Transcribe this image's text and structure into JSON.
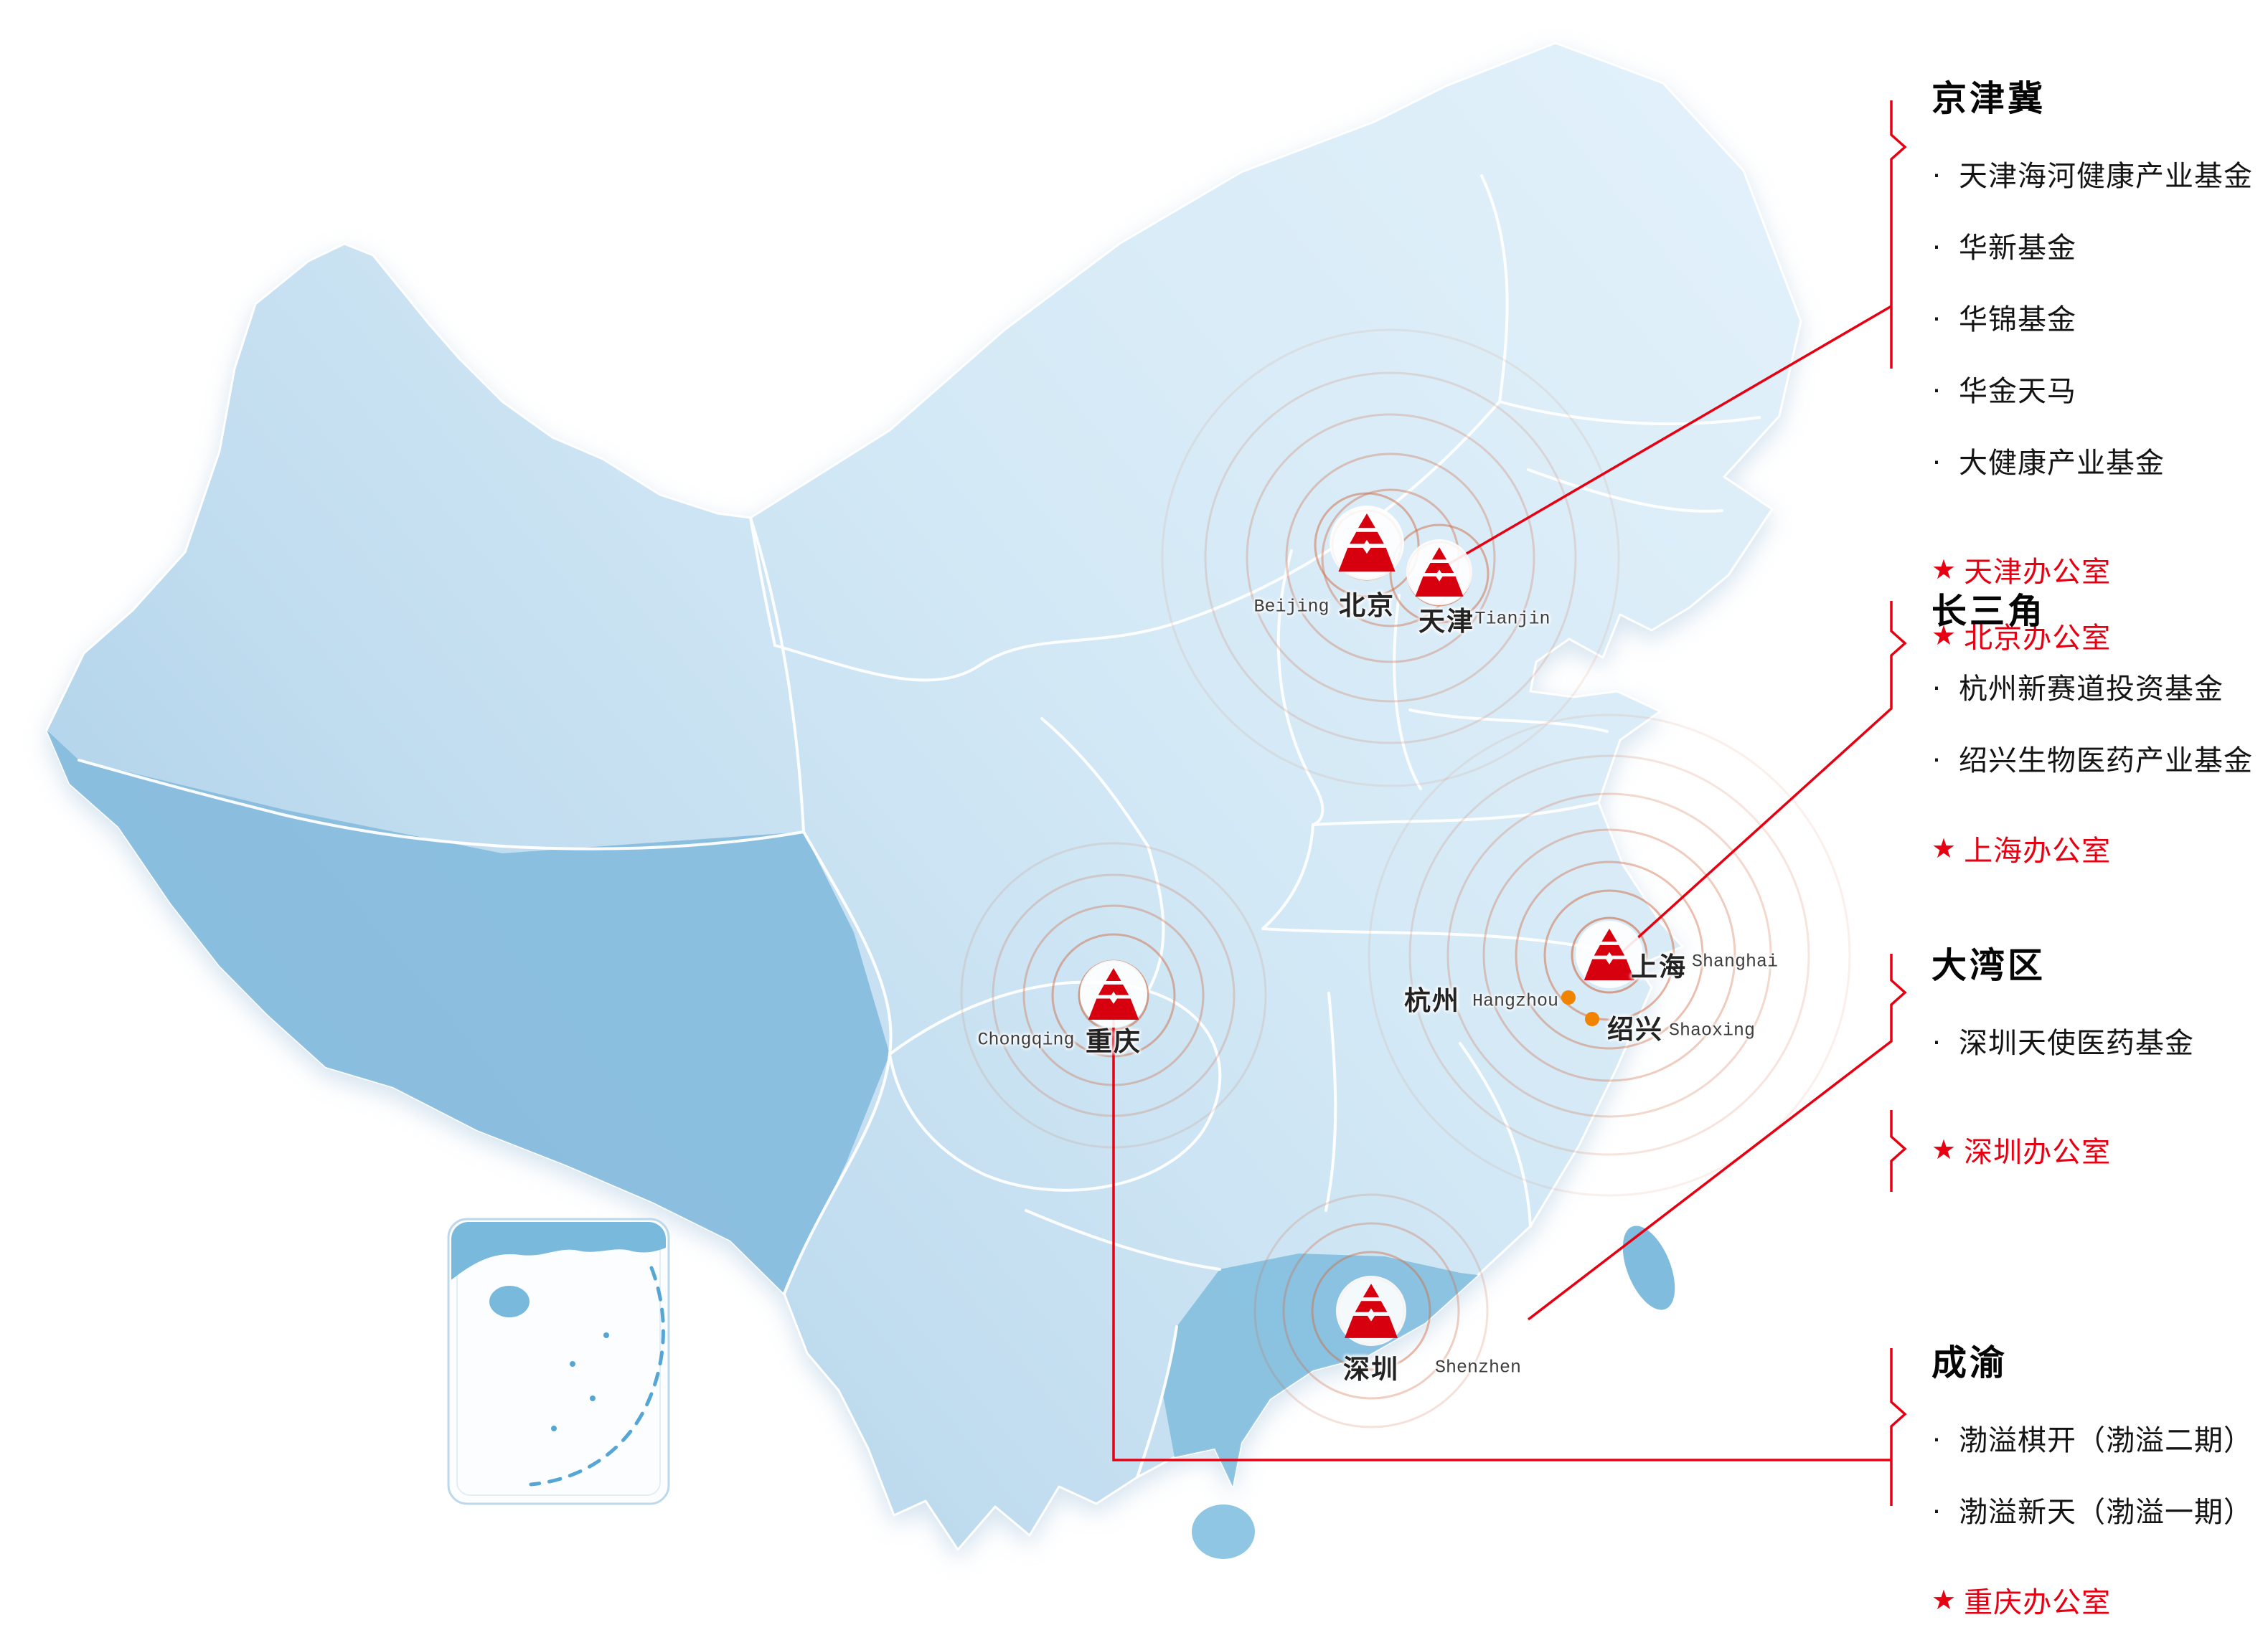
{
  "glyphs": {
    "bullet": "·",
    "star": "★"
  },
  "colors": {
    "accent_red": "#e60012",
    "logo_red": "#d7000f",
    "dot_orange": "#f08300",
    "ripple_orange": "#cf6a42",
    "map_blue_light": "#d9ecf8",
    "map_blue_dark": "#8cc0de"
  },
  "regions": [
    {
      "title": "京津冀",
      "funds": [
        "天津海河健康产业基金",
        "华新基金",
        "华锦基金",
        "华金天马",
        "大健康产业基金"
      ],
      "offices": [
        "天津办公室",
        "北京办公室"
      ]
    },
    {
      "title": "长三角",
      "funds": [
        "杭州新赛道投资基金",
        "绍兴生物医药产业基金"
      ],
      "offices": [
        "上海办公室"
      ]
    },
    {
      "title": "大湾区",
      "funds": [
        "深圳天使医药基金"
      ],
      "offices": [
        "深圳办公室"
      ]
    },
    {
      "title": "成渝",
      "funds": [
        "渤溢棋开（渤溢二期）",
        "渤溢新天（渤溢一期）"
      ],
      "offices": [
        "重庆办公室"
      ]
    }
  ],
  "cities": [
    {
      "zh": "北京",
      "en": "Beijing"
    },
    {
      "zh": "天津",
      "en": "Tianjin"
    },
    {
      "zh": "上海",
      "en": "Shanghai"
    },
    {
      "zh": "杭州",
      "en": "Hangzhou"
    },
    {
      "zh": "绍兴",
      "en": "Shaoxing"
    },
    {
      "zh": "重庆",
      "en": "Chongqing"
    },
    {
      "zh": "深圳",
      "en": "Shenzhen"
    }
  ]
}
